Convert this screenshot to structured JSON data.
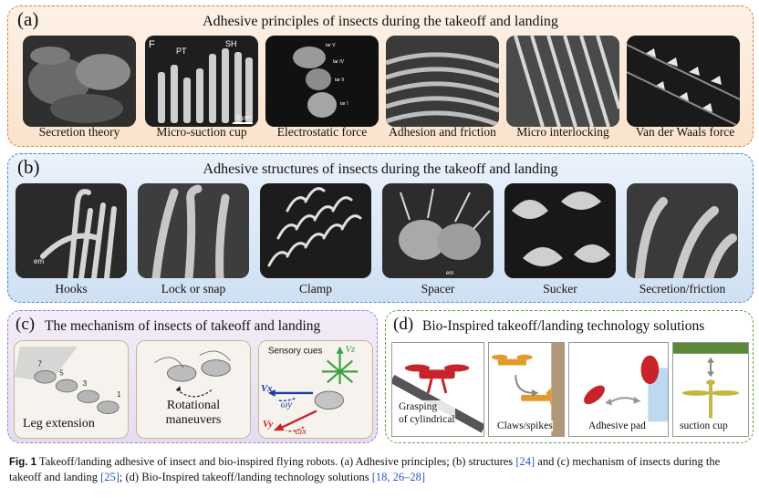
{
  "panel_a": {
    "letter": "(a)",
    "title": "Adhesive principles of insects during the takeoff and landing",
    "thumb_labels": {
      "f": "F",
      "pt": "PT",
      "sh": "SH",
      "scale": "5 μm",
      "tar_v": "tar V",
      "tar_iv": "tar IV",
      "tar_ii": "tar II",
      "tar_i": "tar I"
    },
    "items": [
      {
        "caption": "Secretion theory"
      },
      {
        "caption": "Micro-suction cup"
      },
      {
        "caption": "Electrostatic force"
      },
      {
        "caption": "Adhesion and friction"
      },
      {
        "caption": "Micro interlocking"
      },
      {
        "caption": "Van der Waals force"
      }
    ]
  },
  "panel_b": {
    "letter": "(b)",
    "title": "Adhesive structures of insects during the takeoff and landing",
    "thumb_labels": {
      "em_1": "em",
      "em_4": "em"
    },
    "items": [
      {
        "caption": "Hooks"
      },
      {
        "caption": "Lock or snap"
      },
      {
        "caption": "Clamp"
      },
      {
        "caption": "Spacer"
      },
      {
        "caption": "Sucker"
      },
      {
        "caption": "Secretion/friction"
      }
    ]
  },
  "panel_c": {
    "letter": "(c)",
    "title": "The mechanism of insects of takeoff and landing",
    "images": [
      {
        "caption": "Leg  extension",
        "labels": [
          "7",
          "5",
          "3",
          "1"
        ]
      },
      {
        "caption_line1": "Rotational",
        "caption_line2": "maneuvers"
      },
      {
        "title": "Sensory cues",
        "labels": {
          "vz": "Vz",
          "vx": "Vx",
          "wy": "ωy",
          "vy": "Vy",
          "wx": "ωx"
        }
      }
    ]
  },
  "panel_d": {
    "letter": "(d)",
    "title": "Bio-Inspired takeoff/landing technology solutions",
    "items": [
      {
        "caption_line1": "Grasping",
        "caption_line2": "of cylindrical"
      },
      {
        "caption": "Claws/spikes"
      },
      {
        "caption": "Adhesive pad"
      },
      {
        "caption": "suction cup"
      }
    ]
  },
  "caption": {
    "fig": "Fig. 1",
    "text1": " Takeoff/landing adhesive of insect and bio-inspired flying robots. (a) Adhesive principles; (b) structures ",
    "ref1": "[24]",
    "text2": " and (c) mechanism of insects during the takeoff and landing ",
    "ref2": "[25]",
    "text3": "; (d) Bio-Inspired takeoff/landing technology solutions ",
    "ref3": "[18, 26–28]"
  },
  "colors": {
    "panel_a_border": "#e07b39",
    "panel_b_border": "#4a86c8",
    "panel_c_border": "#9a7fc0",
    "panel_d_border": "#5aa04a",
    "reference_link": "#2455c8",
    "robot_red": "#c8232a"
  }
}
